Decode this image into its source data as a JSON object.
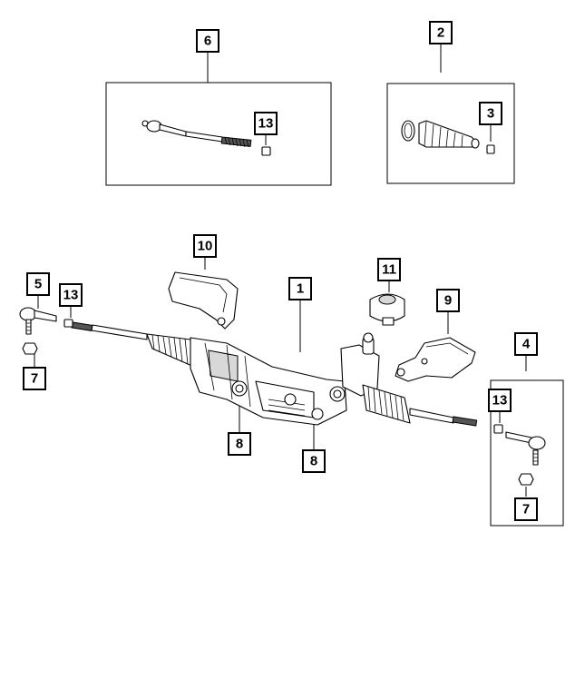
{
  "callouts": {
    "c6": "6",
    "c2": "2",
    "c13_top": "13",
    "c3": "3",
    "c10": "10",
    "c11": "11",
    "c1": "1",
    "c9": "9",
    "c5": "5",
    "c13_left": "13",
    "c7_left": "7",
    "c4": "4",
    "c13_right": "13",
    "c8_left": "8",
    "c8_right": "8",
    "c7_right": "7"
  }
}
